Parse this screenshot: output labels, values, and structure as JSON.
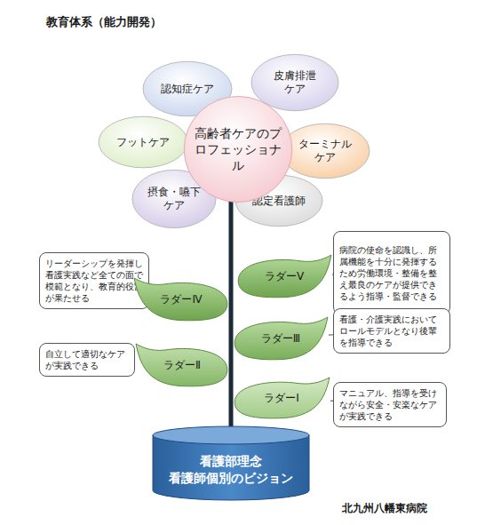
{
  "diagram": {
    "title": "教育体系（能力開発）",
    "nodes": [
      {
        "text": [
          "認知症ケア"
        ]
      },
      {
        "text": [
          "皮膚排泄ケア"
        ]
      },
      {
        "text": [
          "フットケア"
        ]
      },
      {
        "text": [
          "高齢者ケアのプロフェッショナル"
        ]
      },
      {
        "text": [
          "ターミナルケア"
        ]
      },
      {
        "text": [
          "摂食・嚥下ケア"
        ]
      },
      {
        "text": [
          "認定看護師"
        ]
      },
      {
        "text": [
          "病院の使命を認識し、所属機能を十分に発揮するため労働環境・整備を整え最良のケアが提供できるよう指導・監督できる"
        ]
      },
      {
        "text": [
          "ラダーⅤ"
        ]
      },
      {
        "text": [
          "リーダーシップを発揮し看護実践など全ての面で模範となり、教育的役割が果たせる"
        ]
      },
      {
        "text": [
          "ラダーⅣ"
        ]
      },
      {
        "text": [
          "ラダーⅢ"
        ]
      },
      {
        "text": [
          "看護・介護実践においてロールモデルとなり後輩を指導できる"
        ]
      },
      {
        "text": [
          "自立して適切なケアが実践できる"
        ]
      },
      {
        "text": [
          "ラダーⅡ"
        ]
      },
      {
        "text": [
          "ラダーⅠ"
        ]
      },
      {
        "text": [
          "マニュアル、指導を受けながら安全・安楽なケアが実践できる"
        ]
      },
      {
        "text": [
          "看護部理念",
          "看護師個別のビジョン"
        ]
      }
    ],
    "edges": [
      {
        "from": 7,
        "to": 8,
        "arrow": "none"
      },
      {
        "from": 9,
        "to": 10,
        "arrow": "none"
      },
      {
        "from": 12,
        "to": 11,
        "arrow": "none"
      },
      {
        "from": 13,
        "to": 14,
        "arrow": "none"
      },
      {
        "from": 16,
        "to": 15,
        "arrow": "none"
      }
    ],
    "labels": [
      "北九州八幡東病院"
    ]
  }
}
